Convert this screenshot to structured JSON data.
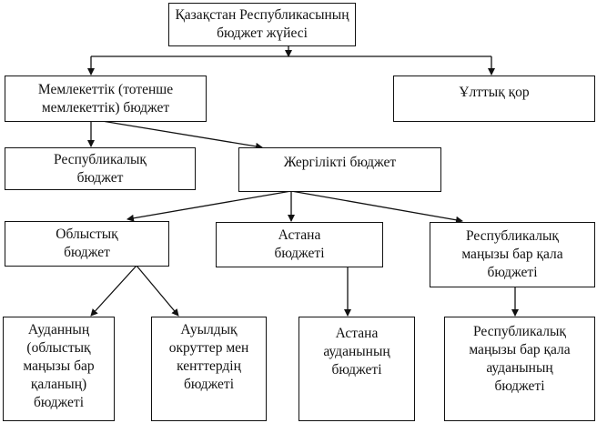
{
  "nodes": {
    "root": "Қазақстан Республикасының\nбюджет жүйесі",
    "state": "Мемлекеттік (тотенше\nмемлекеттік) бюджет",
    "national_fund": "Ұлттық қор",
    "republican": "Республикалық\nбюджет",
    "local": "Жергілікті бюджет",
    "regional": "Облыстық\nбюджет",
    "astana": "Астана\nбюджеті",
    "rep_city": "Республикалық\nмаңызы бар қала\nбюджеті",
    "district": "Ауданның\n(облыстық\nмаңызы бар\nқаланың)\nбюджеті",
    "rural": "Ауылдық\nокруттер мен\nкенттердің\nбюджеті",
    "astana_district": "Астана\nауданының\nбюджеті",
    "rep_city_district": "Республикалық\nмаңызы бар қала\nауданының\nбюджеті"
  },
  "colors": {
    "line": "#111111"
  }
}
